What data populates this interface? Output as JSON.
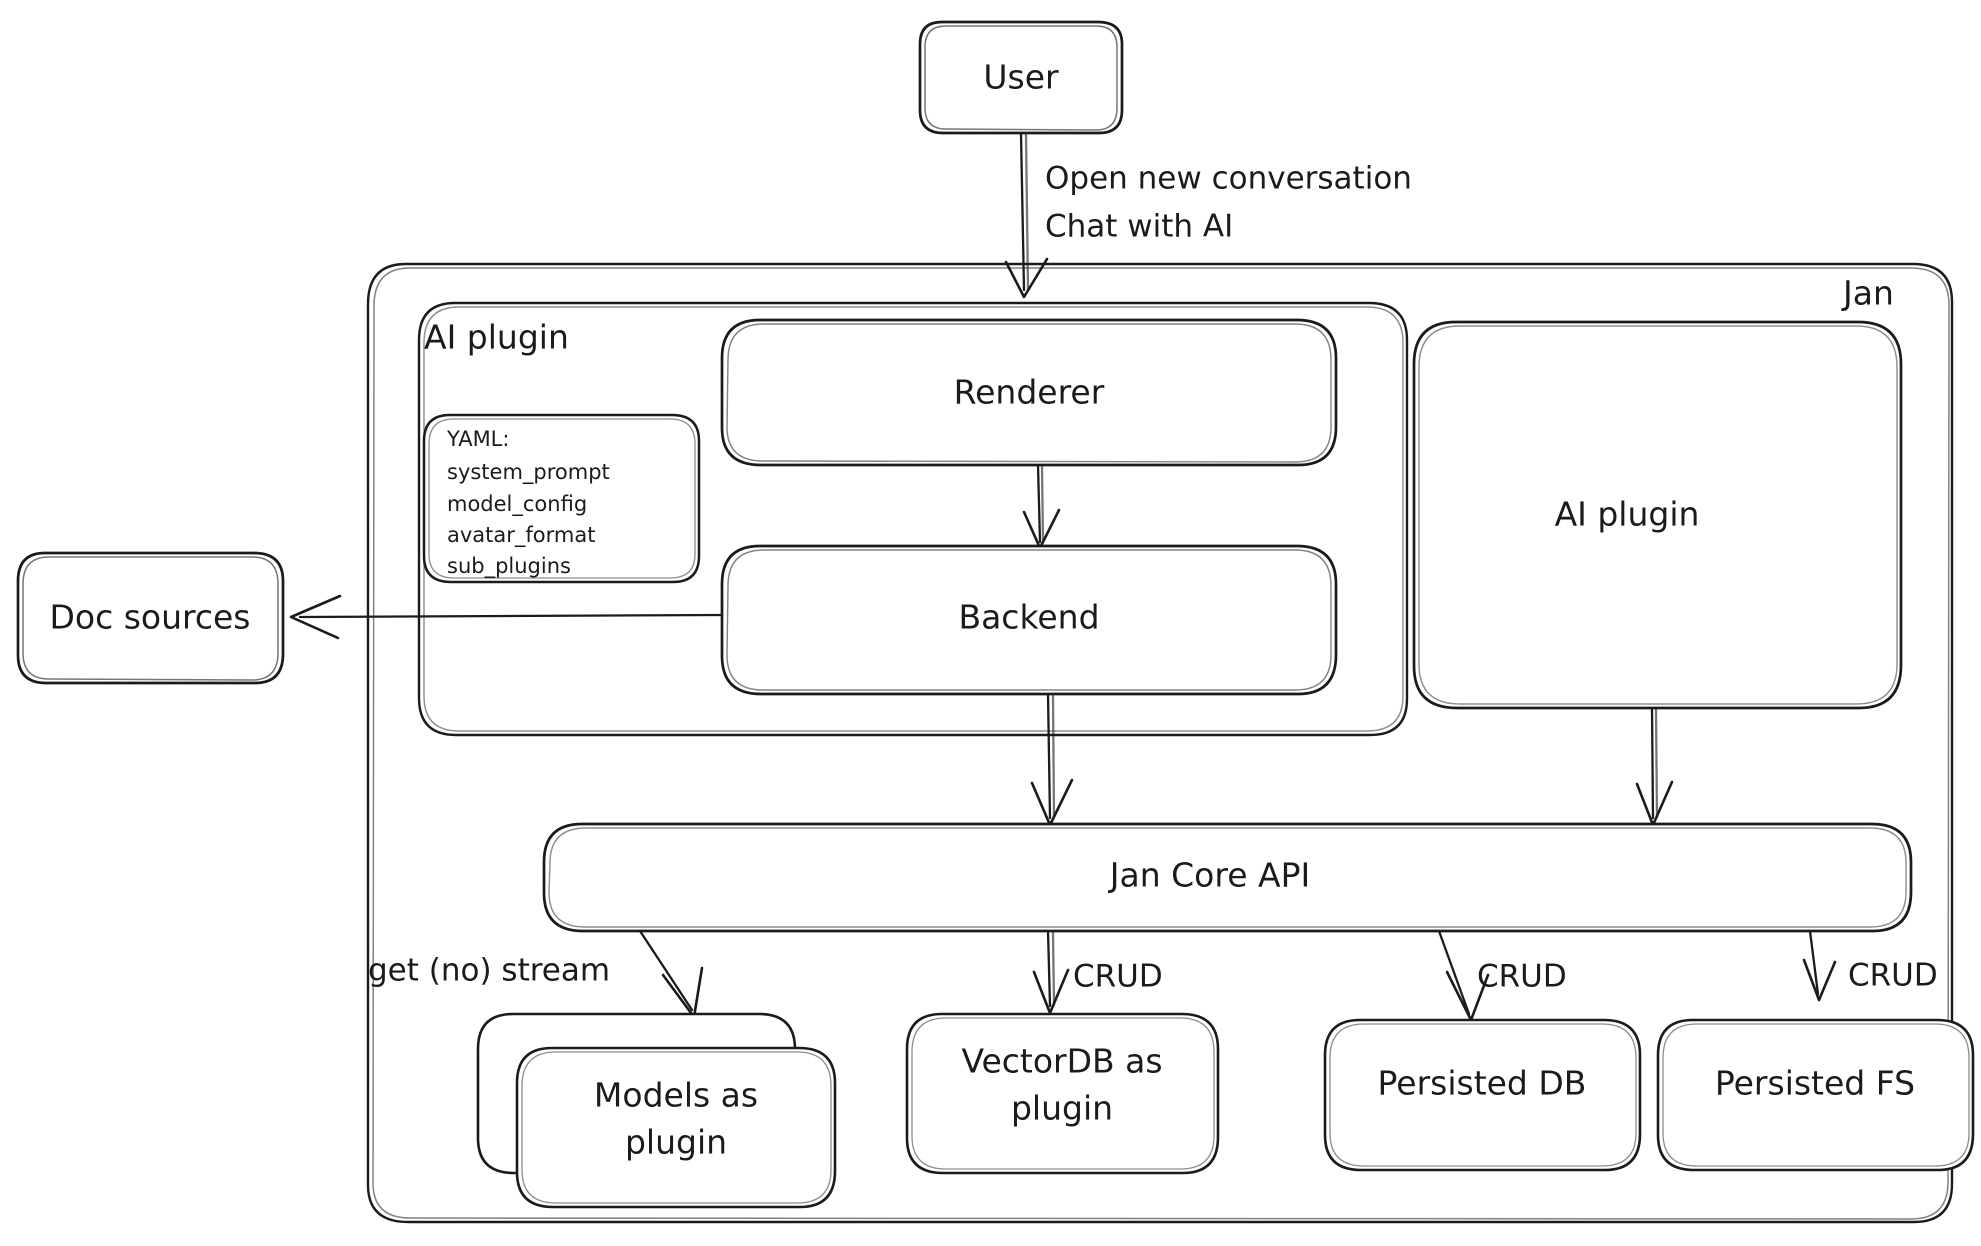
{
  "diagram": {
    "title_visible": false,
    "style": "hand-drawn whiteboard (excalidraw-like)",
    "background_color": "#ffffff",
    "stroke_color": "#1b1b1b",
    "containers": [
      {
        "id": "jan",
        "label": "Jan",
        "label_position": "top-right"
      },
      {
        "id": "ai-plugin-group",
        "label": "AI plugin",
        "label_position": "top-left"
      }
    ],
    "nodes": [
      {
        "id": "user",
        "label": "User"
      },
      {
        "id": "renderer",
        "label": "Renderer"
      },
      {
        "id": "backend",
        "label": "Backend"
      },
      {
        "id": "ai-plugin-box",
        "label": "AI plugin"
      },
      {
        "id": "doc-sources",
        "label": "Doc sources"
      },
      {
        "id": "jan-core-api",
        "label": "Jan Core API"
      },
      {
        "id": "models-as-plugin",
        "label_line1": "Models as",
        "label_line2": "plugin"
      },
      {
        "id": "vectordb-as-plugin",
        "label_line1": "VectorDB as",
        "label_line2": "plugin"
      },
      {
        "id": "persisted-db",
        "label": "Persisted DB"
      },
      {
        "id": "persisted-fs",
        "label": "Persisted FS"
      }
    ],
    "yaml_note": {
      "heading": "YAML:",
      "items": [
        "system_prompt",
        "model_config",
        "avatar_format",
        "sub_plugins"
      ]
    },
    "edge_labels": {
      "user_to_renderer_line1": "Open new conversation",
      "user_to_renderer_line2": "Chat with AI",
      "core_to_models": "get (no) stream",
      "core_to_vectordb": "CRUD",
      "core_to_persisted_db": "CRUD",
      "core_to_persisted_fs": "CRUD"
    }
  }
}
